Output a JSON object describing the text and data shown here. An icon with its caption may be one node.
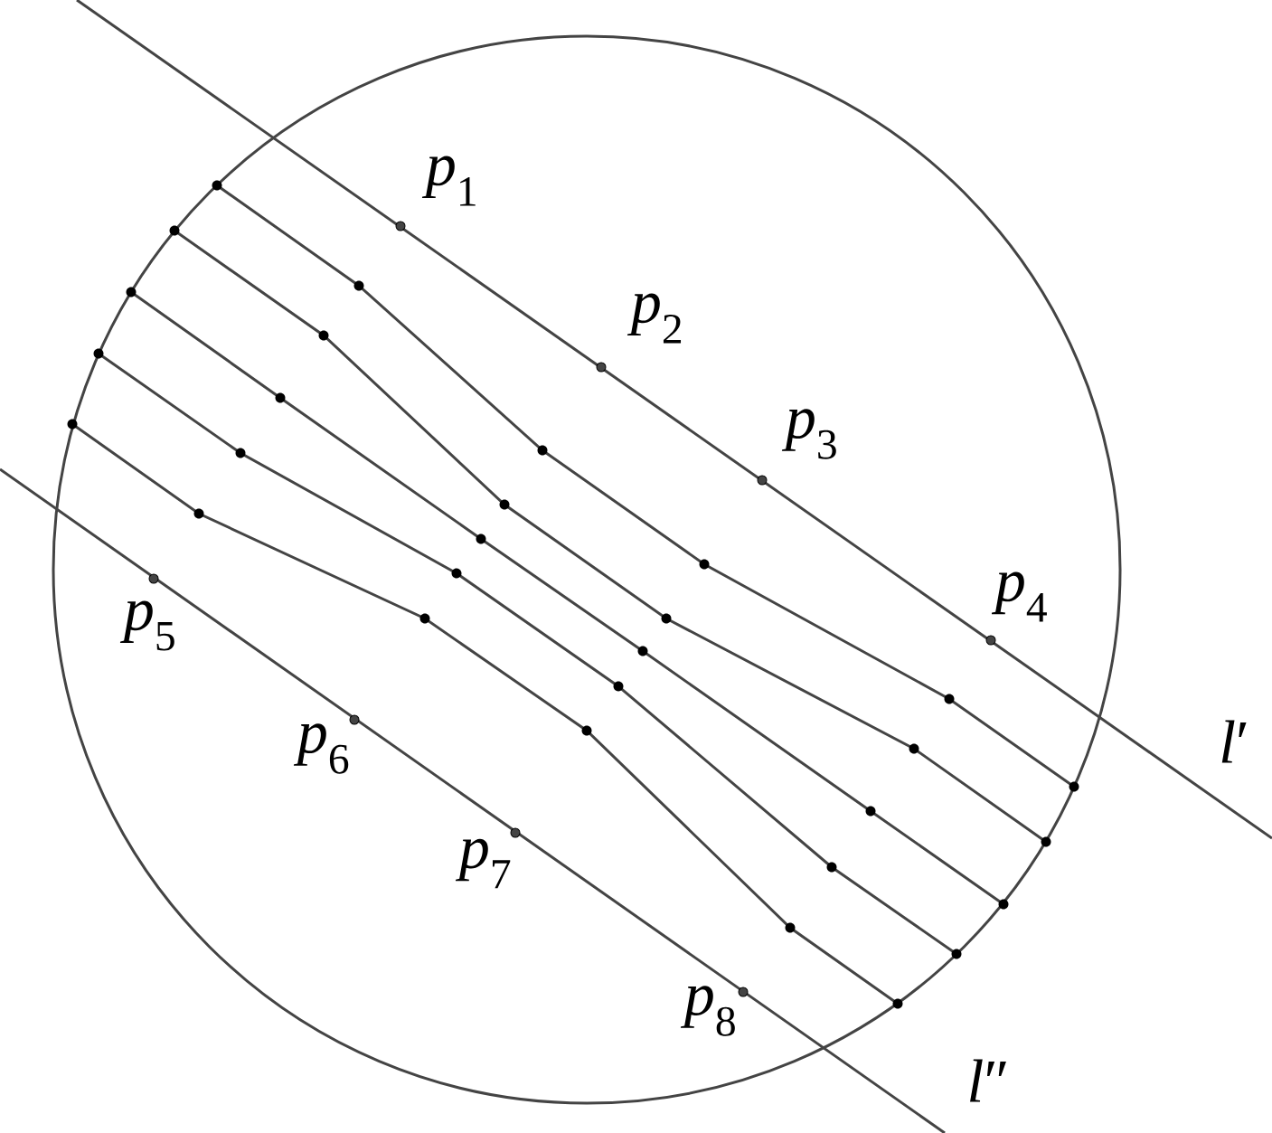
{
  "diagram": {
    "labels": [
      "*p*$_{1}$",
      "*p*$_{2}$",
      "*p*$_{3}$",
      "*p*$_{4}$",
      "*p*$_{5}$",
      "*p*$_{6}$",
      "*p*$_{7}$",
      "*p*$_{8}$",
      "*l*′",
      "*l*″"
    ]
  }
}
